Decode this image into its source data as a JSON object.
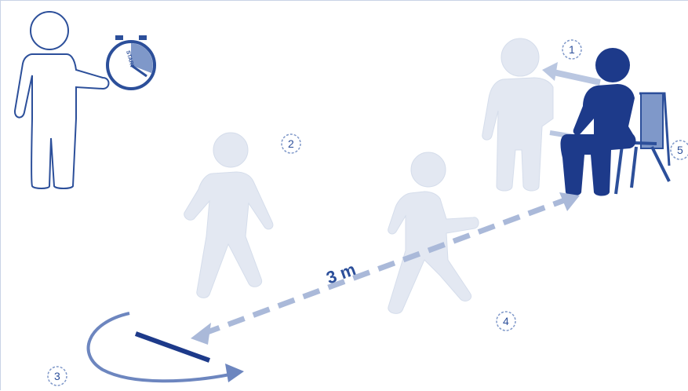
{
  "diagram": {
    "distance_label": "3 m",
    "stopwatch_label": "START",
    "steps": [
      "1",
      "2",
      "3",
      "4",
      "5"
    ]
  },
  "colors": {
    "primary": "#2c4f9a",
    "dark": "#1d3a8a",
    "faded": "#e3e8f2",
    "faded_stroke": "#d5ddeb",
    "dashed": "#aab9d9"
  }
}
